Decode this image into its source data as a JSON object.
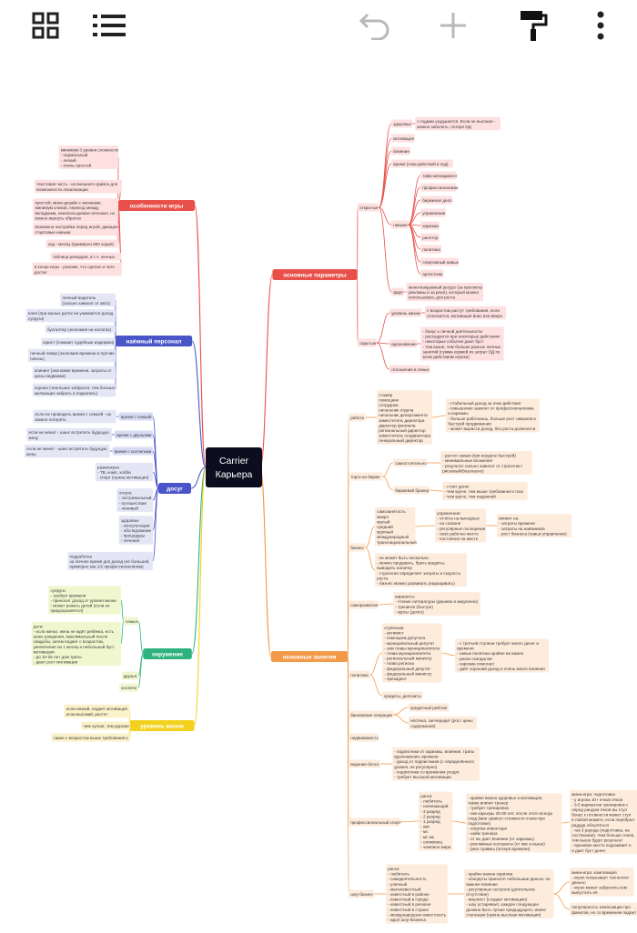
{
  "toolbar": {
    "icons": [
      "grid-view-icon",
      "list-view-icon",
      "undo-icon",
      "add-icon",
      "paint-roller-icon",
      "more-vertical-icon"
    ]
  },
  "colors": {
    "center": "#0d0d1f",
    "red": "#e8504a",
    "blue": "#4a55c8",
    "green": "#2fb27d",
    "orange": "#f39a4a",
    "yellow": "#f2d21f",
    "redLeaf": "#fde0df",
    "blueLeaf": "#e4e6f6",
    "blueLeaf2": "#d7dcf5",
    "greenLeaf": "#f0f7cf",
    "orangeLeaf": "#fdebdc",
    "yellowLeaf": "#fbf2c9"
  },
  "center": {
    "title": "Carrier",
    "subtitle": "Карьера"
  },
  "branches": [
    {
      "id": "features",
      "label": "особенности игры",
      "color": "red",
      "children": [
        {
          "text": "минимум 3 уровня сложности\n- нормальный\n- легкий\n- очень простой"
        },
        {
          "text": "текстовая часть - из внешнего файла для\nвозможности локализации"
        },
        {
          "text": "простой, мини-дизайн с иконками,\nминимум кликов, переход между\nвкладками, неиспользуемое исчезает, но\nможно вернуть обратно"
        },
        {
          "text": "возможна настройка перед игрой, дающая\nстартовые навыки"
        },
        {
          "text": "ход - месяц (примерно 600 ходов)"
        },
        {
          "text": "таблица рекордов, в т.ч. личных"
        },
        {
          "text": "в конце игры - резюме, что сделал и чего\nдостиг"
        }
      ]
    },
    {
      "id": "staff",
      "label": "наёмный персонал",
      "color": "blue",
      "children": [
        {
          "text": "личный водитель\n(сильно зависит от авто)"
        },
        {
          "text": "няня (при малых детях не ужимается доход\nсупруги)"
        },
        {
          "text": "бухгалтер (экономия на налогах)"
        },
        {
          "text": "юрист (снижает судебные издержки)"
        },
        {
          "text": "личный повар (экономия времени и прочие\nплюсы)"
        },
        {
          "text": "клининг (экономия времени, затраты от\nцены недвижки)"
        },
        {
          "text": "охрана (чем выше забрался, тем больше\nжелающих забрать и подкопать)"
        }
      ]
    },
    {
      "id": "leisure",
      "label": "досуг",
      "color": "blue",
      "children": [
        {
          "text": "время с семьёй",
          "children": [
            {
              "text": "если не проводить время с семьёй - их\nможно потерять"
            }
          ]
        },
        {
          "text": "время с друзьями",
          "children": [
            {
              "text": "если не женат - шанс встретить будущую\nжену"
            }
          ]
        },
        {
          "text": "время с коллегами",
          "children": [
            {
              "text": "если не женат - шанс встретить будущую\nжену"
            }
          ]
        },
        {
          "text": "развлекуха\n- ТВ, комп, хобби\n- спорт (нужна мотивация)"
        },
        {
          "text": "отпуск:\n- экстремальный\n- путешествие\n- ленивый"
        },
        {
          "text": "здоровье\n- консультации\n- обследование\n- процедуры\n- лечение"
        },
        {
          "text": "подработка\nза личное время доп доход (не большой,\nпримерно как 1/2 профессионализма)"
        }
      ]
    },
    {
      "id": "environment",
      "label": "окружение",
      "color": "green",
      "children": [
        {
          "text": "семья",
          "children": [
            {
              "text": "супруга:\n- требует времени\n- приносит доход от уровня жизни\n- может рожать детей (если не\nпредохраняется)"
            },
            {
              "text": "дети:\n- если женат, жена не ждёт ребёнка, есть\nшанс рождения, максимальный после\nсвадьбы, затем падает с возрастом,\nувеличение на 1 месяц и небольшой буст\nмотивации\n- до 10-25 лет дом траты\n- дают рост мотивации"
            }
          ]
        },
        {
          "text": "друзья"
        },
        {
          "text": "коллеги"
        }
      ]
    },
    {
      "id": "living",
      "label": "уровень жизни",
      "color": "yellow",
      "children": [
        {
          "text": "если низкий, падает мотивация\nесли высокий, растет"
        },
        {
          "text": "чем лучше, тем дороже"
        },
        {
          "text": "также с возрастом выше требования к"
        }
      ]
    },
    {
      "id": "params",
      "label": "основные параметры",
      "color": "red",
      "children": [
        {
          "text": "открытые",
          "children": [
            {
              "text": "здоровье",
              "children": [
                {
                  "text": "с годами ухудшается. Если не высокое -\nможно заболеть, потеря ОД"
                }
              ]
            },
            {
              "text": "мотивация"
            },
            {
              "text": "влияние"
            },
            {
              "text": "время (очки действий в ход)"
            },
            {
              "text": "навыки",
              "children": [
                {
                  "text": "тайм менеджмент"
                },
                {
                  "text": "профессионализм"
                },
                {
                  "text": "бережное дело"
                },
                {
                  "text": "управление"
                },
                {
                  "text": "харизма"
                },
                {
                  "text": "риэлтор"
                },
                {
                  "text": "политика"
                },
                {
                  "text": "спортивный навык"
                },
                {
                  "text": "артистизм"
                }
              ]
            },
            {
              "text": "фарт",
              "children": [
                {
                  "text": "монетизируемый ресурс (за просмотр\nрекламы и за реал), который можно\nиспользовать для роста"
                }
              ]
            }
          ]
        },
        {
          "text": "скрытые",
          "children": [
            {
              "text": "уровень жизни",
              "children": [
                {
                  "text": "с возрастом растут требования, если\nотличается, мотивация вниз или вверх"
                }
              ]
            },
            {
              "text": "вдохновение",
              "children": [
                {
                  "text": "- бонус к личной деятельности\n- расходуется при некоторых действиях\n- некоторые события дают буст\n- тем выше, чем больше разных личных\nзанятий (сумма кормей из затрат ОД по\nвсем действиям игрока)"
                }
              ]
            },
            {
              "text": "отношения в семье"
            }
          ]
        }
      ]
    },
    {
      "id": "activities",
      "label": "основные занятия",
      "color": "orange",
      "children": [
        {
          "text": "работа",
          "children": [
            {
              "text": "стажёр\nпомощник\nсотрудник\nначальник отдела\nначальник департамента\nзаместитель директора\nдиректор филиала\nрегиональный директор\nзаместитель гендиректора\nгенеральный директор"
            },
            {
              "text": "- стабильный доход за очки действия\n- повышение зависит от профессионализма\nи харизмы\n- больше работаешь, больше рост навыков и\nбыстрей продвижение\n- может вырасти доход, без роста должности"
            }
          ]
        },
        {
          "text": "торги на бирже",
          "children": [
            {
              "text": "самостоятельно",
              "children": [
                {
                  "text": "- растет навык (при неудаче быстрей)\n- минимальные вложения\n- результат сильно зависит от стратегии /\nрисковый(безопасно)"
                }
              ]
            },
            {
              "text": "биржевой брокер",
              "children": [
                {
                  "text": "- стоит денег\n- чем круче, тем выше требования к пою\n- чем круче, тем надежней"
                }
              ]
            }
          ]
        },
        {
          "text": "бизнес",
          "children": [
            {
              "text": "самозанятость\nмикро\nмалый\nсредний\nкрупный\nмеждународный\nтранснациональный"
            },
            {
              "text": "управление:\n- отчёты на выходных\n- на созвоне\n- регулярные посещения\n- своё рабочее место\n- постоянно на месте"
            },
            {
              "text": "влияет на:\n- затраты времени\n- затраты на наёмников\n- рост бизнеса (навык управление)"
            },
            {
              "text": "- их может быть несколько\n- можно продавать, брать кредиты,\nвыводить наличку\n- стратегия определяет затраты и скорость\nроста\n- бизнес можно развивать (наращивать)"
            }
          ]
        },
        {
          "text": "саморазвитие",
          "children": [
            {
              "text": "варианты:\n- чтение литературы (дешево и медленно)\n- тренинги (быстро)\n- курсы (долго)"
            }
          ]
        },
        {
          "text": "политика",
          "children": [
            {
              "text": "ступеньки\n- активист\n- помощник депутата\n- муниципальный депутат\n- зам главы муниципалитета\n- глава муниципалитета\n- региональный министр\n- глава региона\n- федеральный депутат\n- федеральный министр\n- президент"
            },
            {
              "text": "- с третьей ступени требует много денег и\nвремени\n- навык политика крайне ва важен\n- риски скандалов\n- харизма помогает\n- даёт хороший доход и очень много влияния"
            },
            {
              "text": "кредиты, депозиты"
            }
          ]
        },
        {
          "text": "банковские операции",
          "children": [
            {
              "text": "кредитный рейтинг"
            },
            {
              "text": "ипотека, запчередит (рост цены\nсодержания)"
            }
          ]
        },
        {
          "text": "недвижимость"
        },
        {
          "text": "ведение блога",
          "children": [
            {
              "text": "- подписчики от харизмы, влияния, траты\nвдохновения, времени\n- доход от подписчиков (с определённого\nуровня, не регулярно)\n- подписчики со временем уходят\n- требует высокой мотивации"
            }
          ]
        },
        {
          "text": "профессиональный спорт",
          "children": [
            {
              "text": "ранги:\n- любитель\n- начинающий\n- 3 разряд\n- 2 разряд\n- 1 разряд\n- кмс\n- мс\n- мс мк\n- олимпиец\n- чемпион мира"
            },
            {
              "text": "- крайне важно здоровье и мотивация,\nтакже влияет тренер\n- требует тренировок\n- пик карьеры 25-30 лет, после этого всегда\nспад (мин зависит стоимости очков при\nподготовке)\n- покупка инвентаря\n- найм тренера\n- от мс дает влияние (от харизмы)\n- рекламные контракты (от кмс и выше)\n- риск травмы (потеря времени)"
            },
            {
              "text": "мини-игра: подготовка\n- у игрока 10+ очков очков\n- 3-5 вариантов тренировок с\nопред рандом очков вы ступ\nбонус к готовности может ступ\nв любой момент, если перебрал\nрадуда обнуляться\n- так 3 раунда (подготовка, на\nсостязание). Чем больше очков,\nтем выше будет результат\n- призовое место подгаивает н\nи дает буст денег"
            }
          ]
        },
        {
          "text": "шоу-бизнес",
          "children": [
            {
              "text": "ранги:\n- любитель\n- самодеятельность\n- уличный\n- малоизвестный\n- известный в районе\n- известный в городе\n- известный в регионе\n- известный в стране\n- международная известность\n- идол шоу-бизнеса"
            },
            {
              "text": "- крайне важна харизма\n- концерты приносят небольшие деньги, но\nважнее влияние\n- регулярные гастроли (длительное\nотсутствие)\n- вишлист (создает мотивацию)\n- шоу устаревает, каждое следующее\nдолжно быть лучше предыдущего, иначе\nстагнация (нужна высокая мотивация)"
            },
            {
              "text": "мини-игра: композиция\n- игрок показывает технологи\nденьги;\n- игрок может забросить ком\nвыпустить её"
            },
            {
              "text": "популярность композиции про\nфанатов, но со временем падает"
            }
          ]
        }
      ]
    }
  ]
}
